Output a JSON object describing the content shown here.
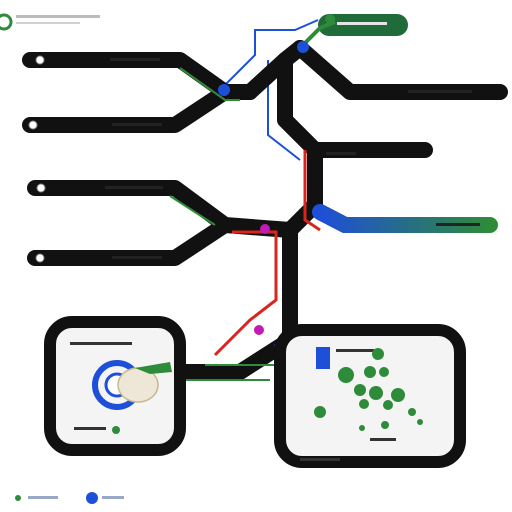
{
  "colors": {
    "background": "#ffffff",
    "trunk": "#111111",
    "accent_green": "#2e8b3a",
    "accent_blue": "#1e4fd8",
    "accent_red": "#d8261c",
    "accent_magenta": "#c41ab5",
    "panel_fill": "#f4f4f4",
    "dark_green_pill": "#1f6b3a"
  },
  "diagram": {
    "header_logo": "green-ring-logo",
    "left_branches": [
      {
        "id": "branch-1",
        "icon": "node-icon"
      },
      {
        "id": "branch-2",
        "icon": "node-icon"
      },
      {
        "id": "branch-3",
        "icon": "node-icon"
      },
      {
        "id": "branch-4",
        "icon": "node-icon"
      }
    ],
    "right_branches": [
      {
        "id": "branch-top-right",
        "style": "green-pill"
      },
      {
        "id": "branch-mid-right",
        "style": "black"
      },
      {
        "id": "branch-upper-right",
        "style": "black"
      },
      {
        "id": "branch-blue-green",
        "style": "gradient"
      }
    ],
    "panels": [
      {
        "id": "panel-left",
        "content": "blue-ring-logo"
      },
      {
        "id": "panel-right",
        "content": "green-scatter-cluster"
      }
    ],
    "legend": [
      {
        "id": "legend-green",
        "color": "#2e8b3a"
      },
      {
        "id": "legend-blue",
        "color": "#1e4fd8"
      }
    ]
  }
}
